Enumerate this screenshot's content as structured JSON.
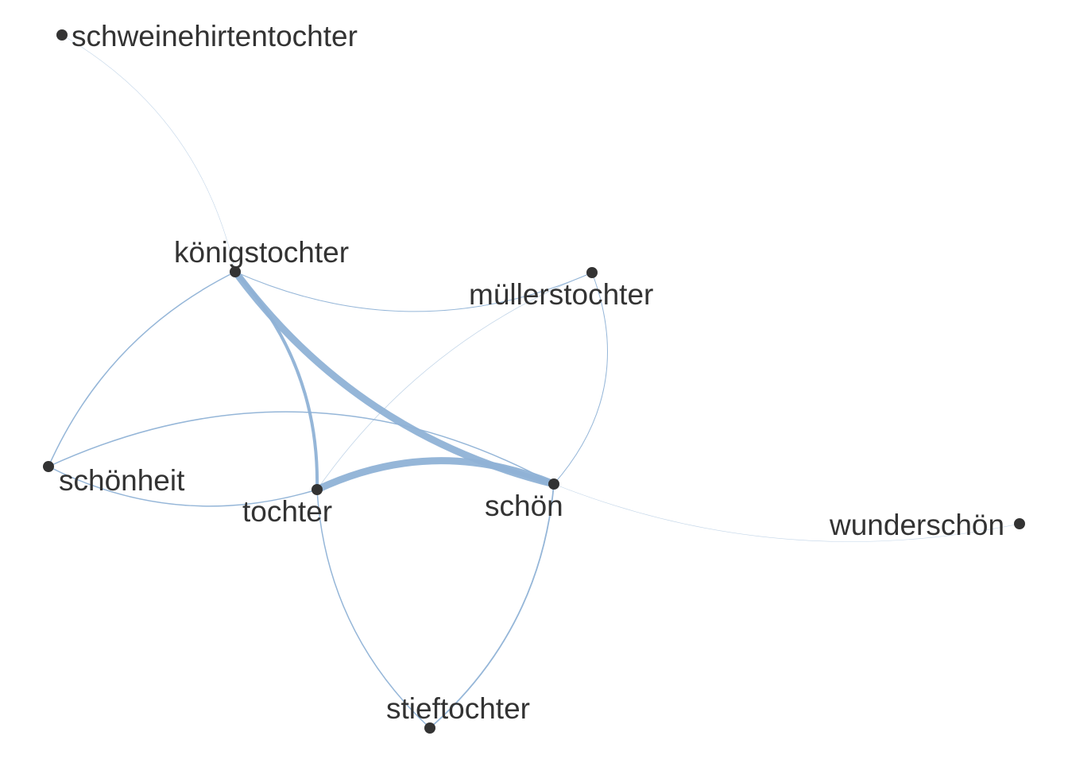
{
  "network": {
    "node_color": "#333333",
    "edge_color": "#8fb2d6",
    "nodes": [
      {
        "id": "schweinehirtentochter",
        "label": "schweinehirtentochter"
      },
      {
        "id": "koenigstochter",
        "label": "königstochter"
      },
      {
        "id": "muellerstochter",
        "label": "müllerstochter"
      },
      {
        "id": "schoenheit",
        "label": "schönheit"
      },
      {
        "id": "tochter",
        "label": "tochter"
      },
      {
        "id": "schoen",
        "label": "schön"
      },
      {
        "id": "wunderschoen",
        "label": "wunderschön"
      },
      {
        "id": "stieftochter",
        "label": "stieftochter"
      }
    ],
    "edges": [
      {
        "source": "koenigstochter",
        "target": "schoen",
        "weight": 9
      },
      {
        "source": "tochter",
        "target": "schoen",
        "weight": 9
      },
      {
        "source": "koenigstochter",
        "target": "tochter",
        "weight": 4
      },
      {
        "source": "koenigstochter",
        "target": "schoenheit",
        "weight": 1.5
      },
      {
        "source": "koenigstochter",
        "target": "muellerstochter",
        "weight": 1
      },
      {
        "source": "schoenheit",
        "target": "schoen",
        "weight": 1.5
      },
      {
        "source": "schoenheit",
        "target": "tochter",
        "weight": 1.5
      },
      {
        "source": "muellerstochter",
        "target": "schoen",
        "weight": 1
      },
      {
        "source": "muellerstochter",
        "target": "tochter",
        "weight": 0.8
      },
      {
        "source": "tochter",
        "target": "stieftochter",
        "weight": 1.5
      },
      {
        "source": "schoen",
        "target": "stieftochter",
        "weight": 1.8
      },
      {
        "source": "schoen",
        "target": "wunderschoen",
        "weight": 0.6
      },
      {
        "source": "schweinehirtentochter",
        "target": "koenigstochter",
        "weight": 0.6
      }
    ]
  }
}
